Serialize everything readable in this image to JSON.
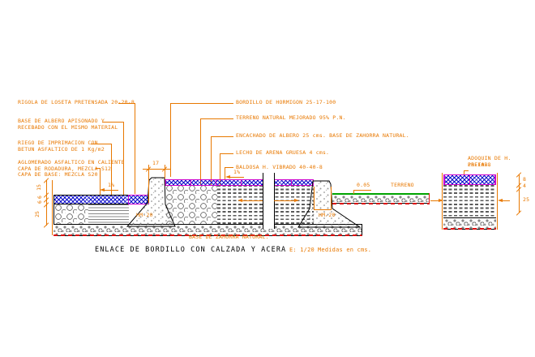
{
  "title": {
    "main": "ENLACE DE BORDILLO CON CALZADA Y ACERA",
    "scale": "E: 1/20",
    "units": "Medidas en cms."
  },
  "colors": {
    "annotation_orange": "#E87800",
    "hatch_blue": "#1111CC",
    "joint_magenta": "#CC00CC",
    "terrain_green": "#00A400",
    "reference_red": "#DD1111"
  },
  "left_labels": [
    {
      "text": "RIGOLA DE LOSETA PRETENSADA 20-20-8"
    },
    {
      "text": "BASE DE ALBERO APISONADO Y\nRECEBADO CON EL MISMO MATERIAL"
    },
    {
      "text": "RIEGO DE IMPRIMACION CON\nBETUN ASFALTICO DE 1 Kg/m2"
    },
    {
      "text": "AGLOMERADO ASFALTICO EN CALIENTE\nCAPA DE RODADURA, MEZCLA S12\nCAPA DE BASE: MEZCLA S20"
    }
  ],
  "right_labels": [
    {
      "text": "BORDILLO DE HORMIGON 25-17-100"
    },
    {
      "text": "TERRENO NATURAL MEJORADO 95% P.N."
    },
    {
      "text": "ENCACHADO DE ALBERO 25 cms.  BASE DE ZAHORRA NATURAL."
    },
    {
      "text": "LECHO DE ARENA GRUESA 4 cms."
    },
    {
      "text": "BALDOSA H. VIBRADO 40-40-8"
    }
  ],
  "detail_label": {
    "line1": "ADOQUIN DE H. PREFAB.",
    "line2": "20-10-8"
  },
  "annotations": {
    "curb_material": "HM-20",
    "base_label": "BASE DE ZAHORRA NATURAL.",
    "terrain": "TERRENO",
    "step": "0.05",
    "slope": "1%",
    "curb_width": "17"
  },
  "dimensions": {
    "left_chain": [
      "15",
      "6",
      "6",
      "25"
    ],
    "right_chain": [
      "8",
      "4",
      "25"
    ]
  }
}
